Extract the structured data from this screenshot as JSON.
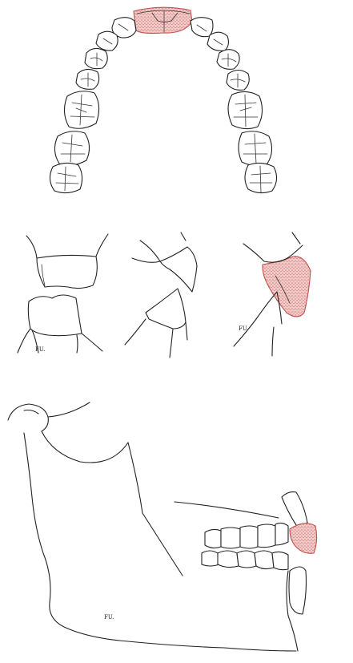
{
  "figure": {
    "panels": [
      {
        "id": "upper-arch-occlusal",
        "description_visible": false
      },
      {
        "id": "incisor-frontal",
        "description_visible": false
      },
      {
        "id": "incisor-lateral",
        "description_visible": false
      },
      {
        "id": "incisor-lateral-restored",
        "description_visible": false
      },
      {
        "id": "mandible-lateral",
        "description_visible": false
      }
    ],
    "signatures": [
      "FU.",
      "FU.",
      "FU."
    ],
    "colors": {
      "line": "#222222",
      "highlight_outline": "#c0504d",
      "highlight_fill": "#f2c9c6",
      "stipple": "#9c3a37",
      "background": "#ffffff"
    }
  }
}
